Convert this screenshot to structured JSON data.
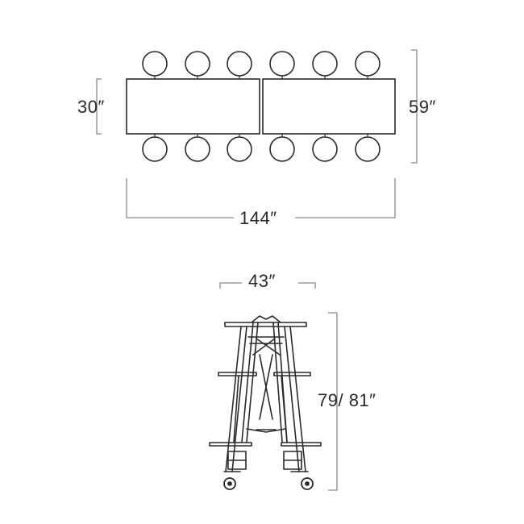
{
  "dimensions": {
    "table_depth": "30″",
    "overall_depth": "59″",
    "overall_length": "144″",
    "folded_width": "43″",
    "folded_height": "79/ 81″"
  },
  "colors": {
    "line": "#2a2a2a",
    "dim_line": "#8a8a8a",
    "fill": "#ffffff"
  }
}
